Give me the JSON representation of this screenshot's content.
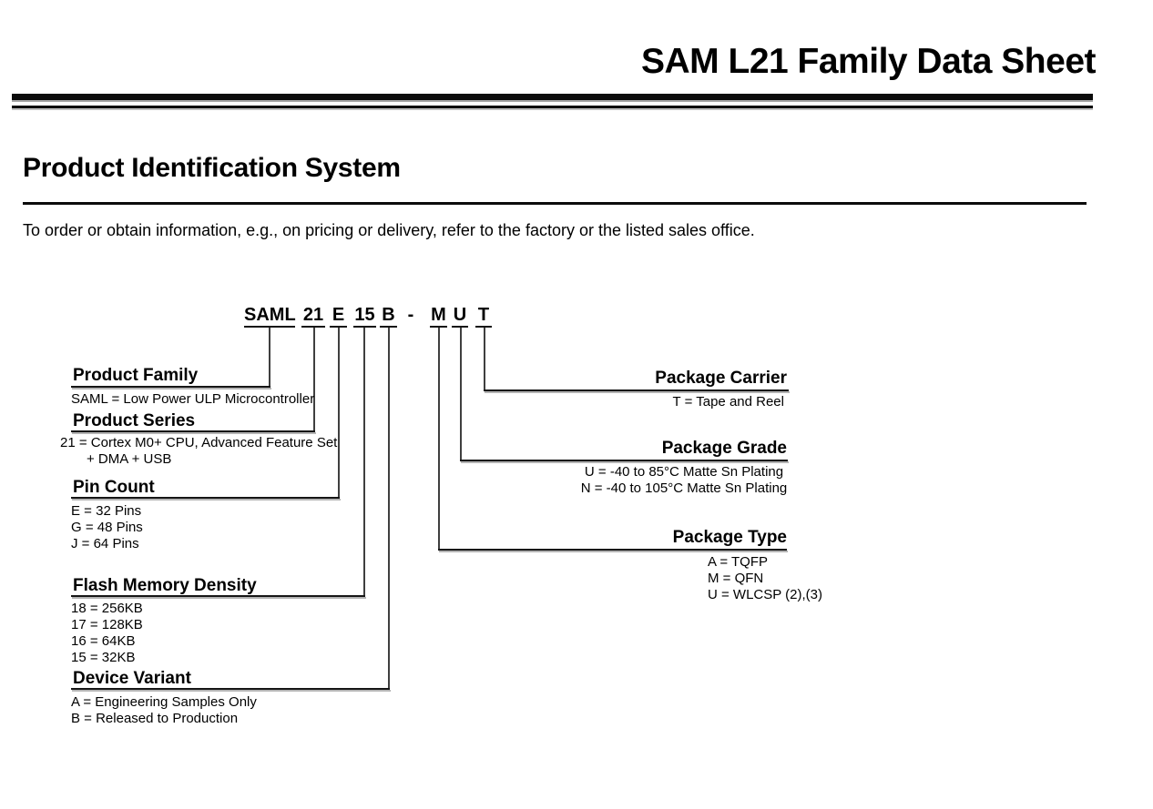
{
  "header": {
    "title": "SAM L21 Family Data Sheet"
  },
  "page": {
    "heading": "Product Identification System",
    "intro": "To order or obtain information, e.g., on pricing or delivery, refer to the factory or the listed sales office."
  },
  "part_number": {
    "segments": [
      {
        "text": "SAML"
      },
      {
        "text": "21"
      },
      {
        "text": "E"
      },
      {
        "text": "15"
      },
      {
        "text": "B"
      },
      {
        "text": "-"
      },
      {
        "text": "M"
      },
      {
        "text": "U"
      },
      {
        "text": "T"
      }
    ]
  },
  "sections": {
    "product_family": {
      "title": "Product Family",
      "items": [
        "SAML = Low Power ULP Microcontroller"
      ]
    },
    "product_series": {
      "title": "Product Series",
      "items": [
        "21 = Cortex M0+ CPU, Advanced Feature Set",
        "+ DMA + USB"
      ]
    },
    "pin_count": {
      "title": "Pin Count",
      "items": [
        "E = 32 Pins",
        "G = 48 Pins",
        "J = 64 Pins"
      ]
    },
    "flash_memory_density": {
      "title": "Flash Memory Density",
      "items": [
        "18 = 256KB",
        "17 = 128KB",
        "16 = 64KB",
        "15 = 32KB"
      ]
    },
    "device_variant": {
      "title": "Device Variant",
      "items": [
        "A = Engineering Samples Only",
        "B = Released to Production"
      ]
    },
    "package_carrier": {
      "title": "Package Carrier",
      "items": [
        "T = Tape and Reel"
      ]
    },
    "package_grade": {
      "title": "Package Grade",
      "items": [
        "U = -40 to 85°C Matte Sn Plating",
        "N = -40 to 105°C Matte Sn Plating"
      ]
    },
    "package_type": {
      "title": "Package Type",
      "items": [
        "A = TQFP",
        "M = QFN",
        "U = WLCSP (2),(3)"
      ]
    }
  },
  "colors": {
    "background": "#ffffff",
    "text": "#000000",
    "line": "#161616",
    "line_shadow": "#b4b4b4"
  }
}
